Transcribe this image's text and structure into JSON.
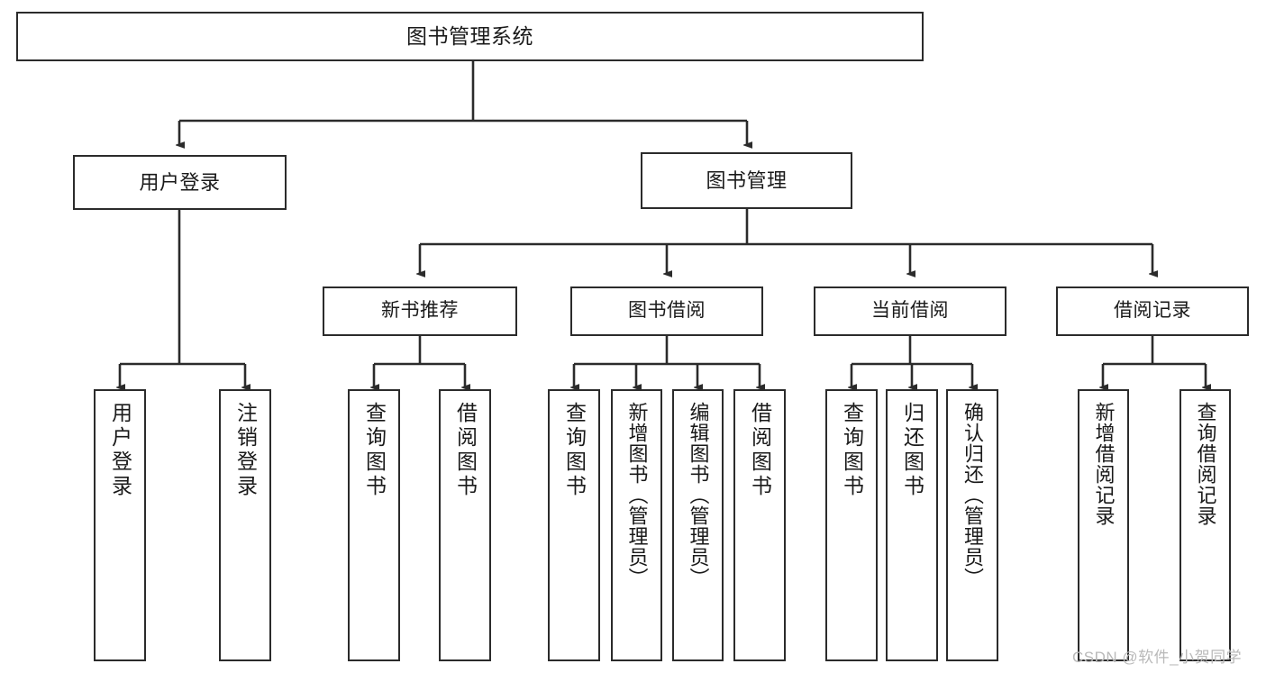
{
  "diagram": {
    "title": "图书管理系统",
    "type": "hierarchy-tree",
    "watermark": "CSDN @软件_小贺同学",
    "colors": {
      "stroke": "#2b2b2b",
      "fill": "#ffffff",
      "text": "#1a1a1a",
      "watermark": "#b9b9b9"
    },
    "root": {
      "label": "图书管理系统"
    },
    "level1": [
      {
        "label": "用户登录"
      },
      {
        "label": "图书管理"
      }
    ],
    "level2": [
      {
        "label": "新书推荐"
      },
      {
        "label": "图书借阅"
      },
      {
        "label": "当前借阅"
      },
      {
        "label": "借阅记录"
      }
    ],
    "leaves": {
      "user_login": [
        {
          "label": "用户登录"
        },
        {
          "label": "注销登录"
        }
      ],
      "new_book_recommend": [
        {
          "label": "查询图书"
        },
        {
          "label": "借阅图书"
        }
      ],
      "book_borrow": [
        {
          "label": "查询图书"
        },
        {
          "label": "新增图书（管理员）"
        },
        {
          "label": "编辑图书（管理员）"
        },
        {
          "label": "借阅图书"
        }
      ],
      "current_borrow": [
        {
          "label": "查询图书"
        },
        {
          "label": "归还图书"
        },
        {
          "label": "确认归还（管理员）"
        }
      ],
      "borrow_record": [
        {
          "label": "新增借阅记录"
        },
        {
          "label": "查询借阅记录"
        }
      ]
    }
  }
}
